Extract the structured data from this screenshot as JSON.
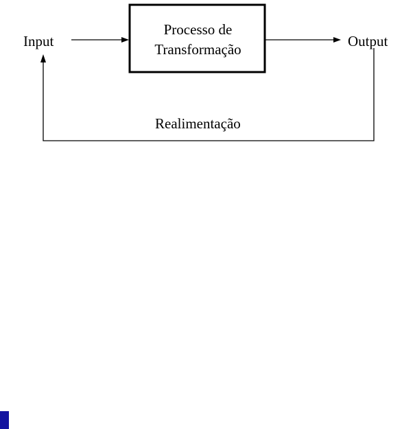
{
  "diagram": {
    "input_label": "Input",
    "output_label": "Output",
    "process_line1": "Processo de",
    "process_line2": "Transformação",
    "feedback_label": "Realimentação"
  },
  "colors": {
    "stroke": "#000000",
    "background": "#ffffff",
    "corner_marker": "#1414a0"
  }
}
